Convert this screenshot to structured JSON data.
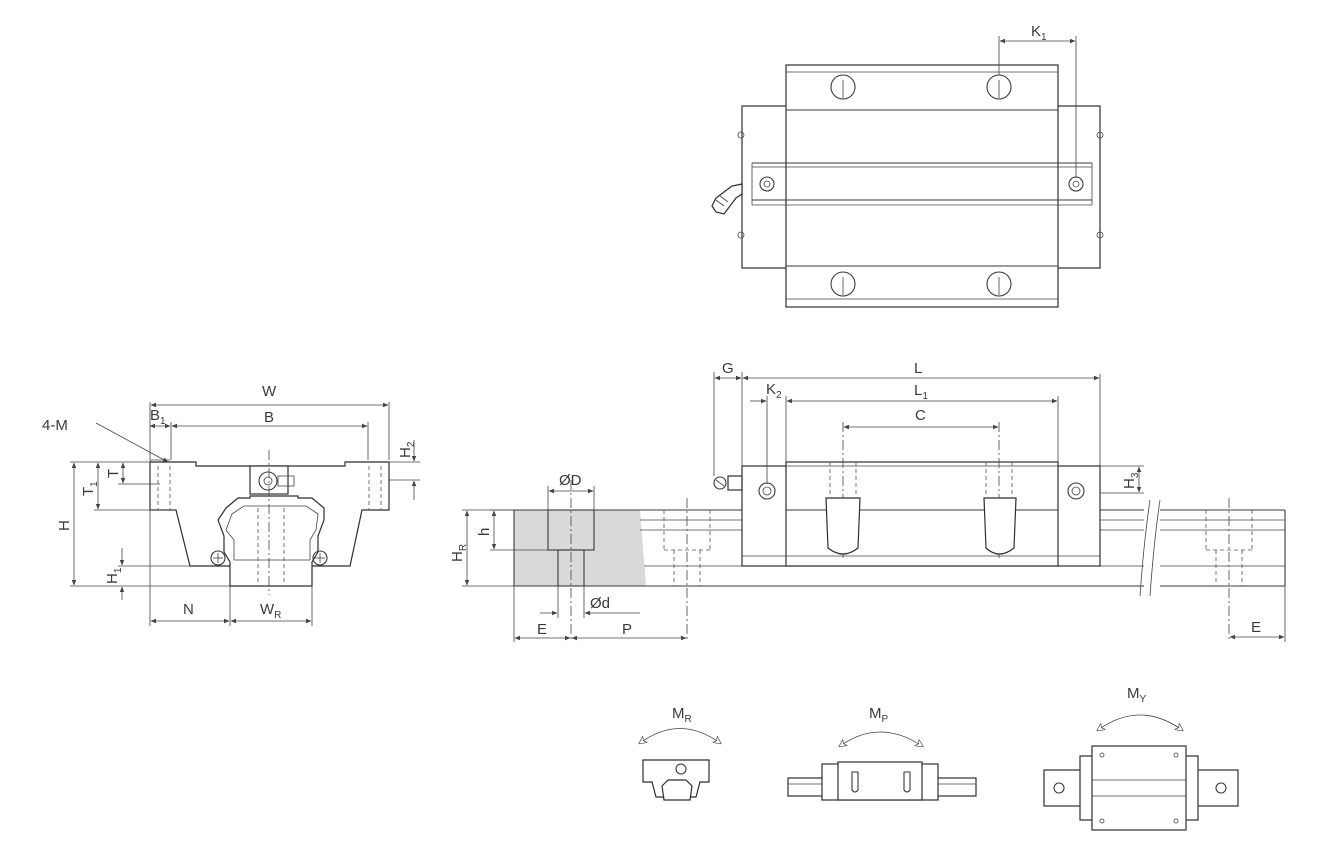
{
  "labels": {
    "K1": {
      "main": "K",
      "sub": "1"
    },
    "W": {
      "main": "W",
      "sub": ""
    },
    "B": {
      "main": "B",
      "sub": ""
    },
    "B1": {
      "main": "B",
      "sub": "1"
    },
    "four_M": {
      "main": "4-M",
      "sub": ""
    },
    "H2": {
      "main": "H",
      "sub": "2"
    },
    "T": {
      "main": "T",
      "sub": ""
    },
    "T1": {
      "main": "T",
      "sub": "1"
    },
    "H": {
      "main": "H",
      "sub": ""
    },
    "H1": {
      "main": "H",
      "sub": "1"
    },
    "N": {
      "main": "N",
      "sub": ""
    },
    "WR": {
      "main": "W",
      "sub": "R"
    },
    "G": {
      "main": "G",
      "sub": ""
    },
    "L": {
      "main": "L",
      "sub": ""
    },
    "K2": {
      "main": "K",
      "sub": "2"
    },
    "L1": {
      "main": "L",
      "sub": "1"
    },
    "C": {
      "main": "C",
      "sub": ""
    },
    "H3": {
      "main": "H",
      "sub": "3"
    },
    "phiD": {
      "main": "ØD",
      "sub": ""
    },
    "h": {
      "main": "h",
      "sub": ""
    },
    "HR": {
      "main": "H",
      "sub": "R"
    },
    "phid": {
      "main": "Ød",
      "sub": ""
    },
    "E_left": {
      "main": "E",
      "sub": ""
    },
    "P": {
      "main": "P",
      "sub": ""
    },
    "E_right": {
      "main": "E",
      "sub": ""
    },
    "MR": {
      "main": "M",
      "sub": "R"
    },
    "MP": {
      "main": "M",
      "sub": "P"
    },
    "MY": {
      "main": "M",
      "sub": "Y"
    }
  },
  "colors": {
    "line": "#3a3a3a",
    "section_fill": "#d9d9d9",
    "background": "#ffffff"
  }
}
